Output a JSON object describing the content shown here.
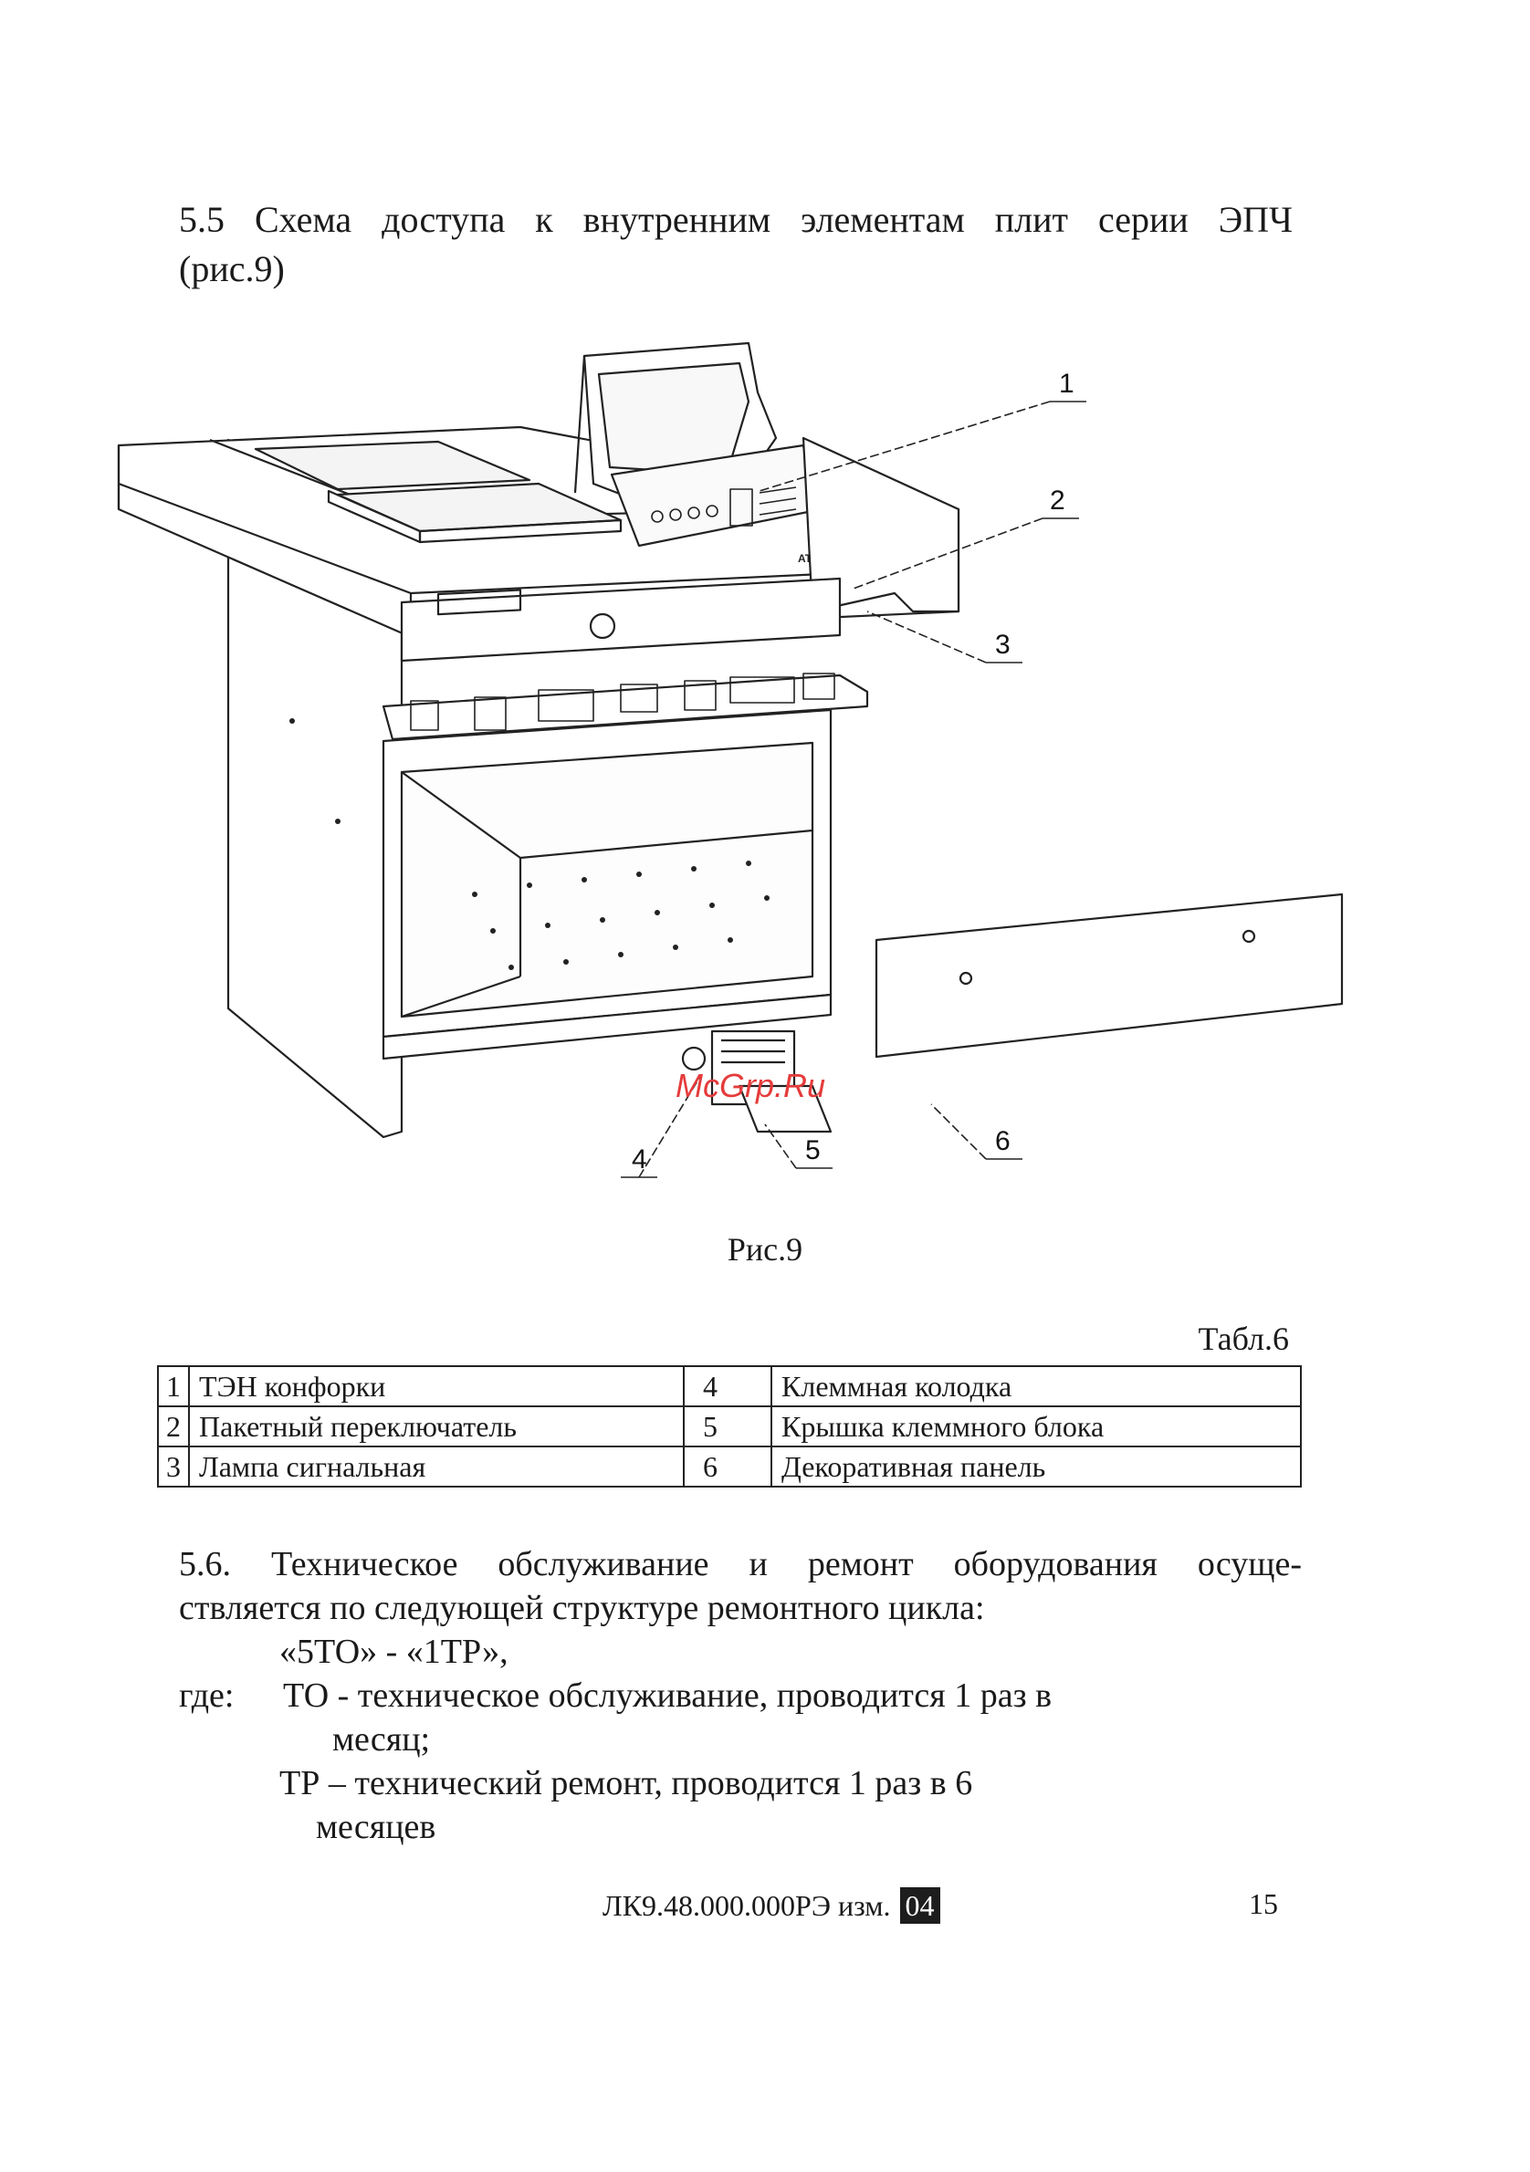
{
  "heading": {
    "line1": "5.5 Схема доступа к внутренним элементам плит серии ЭПЧ",
    "line2": "(рис.9)"
  },
  "figure": {
    "brand_text": "ATESY",
    "watermark": "McGrp.Ru",
    "callouts": [
      "1",
      "2",
      "3",
      "4",
      "5",
      "6"
    ],
    "caption": "Рис.9"
  },
  "table": {
    "label": "Табл.6",
    "rows": [
      {
        "n1": "1",
        "t1": "ТЭН конфорки",
        "n2": "4",
        "t2": "Клеммная колодка"
      },
      {
        "n1": "2",
        "t1": "Пакетный переключатель",
        "n2": "5",
        "t2": "Крышка клеммного блока"
      },
      {
        "n1": "3",
        "t1": "Лампа сигнальная",
        "n2": "6",
        "t2": "Декоративная панель"
      }
    ]
  },
  "body": {
    "p1_line1": "5.6. Техническое обслуживание и ремонт оборудования осуще-",
    "p1_line2": "ствляется по следующей структуре ремонтного цикла:",
    "formula": "«5ТО» - «1ТР»,",
    "where_label": "где:",
    "to_line1": "ТО - техническое обслуживание, проводится 1 раз в",
    "to_line2": "месяц;",
    "tr_line1": "ТР – технический ремонт, проводится 1 раз в 6",
    "tr_line2": "месяцев"
  },
  "footer": {
    "doc_code": "ЛК9.48.000.000РЭ изм.",
    "revision": "04",
    "page_number": "15"
  }
}
